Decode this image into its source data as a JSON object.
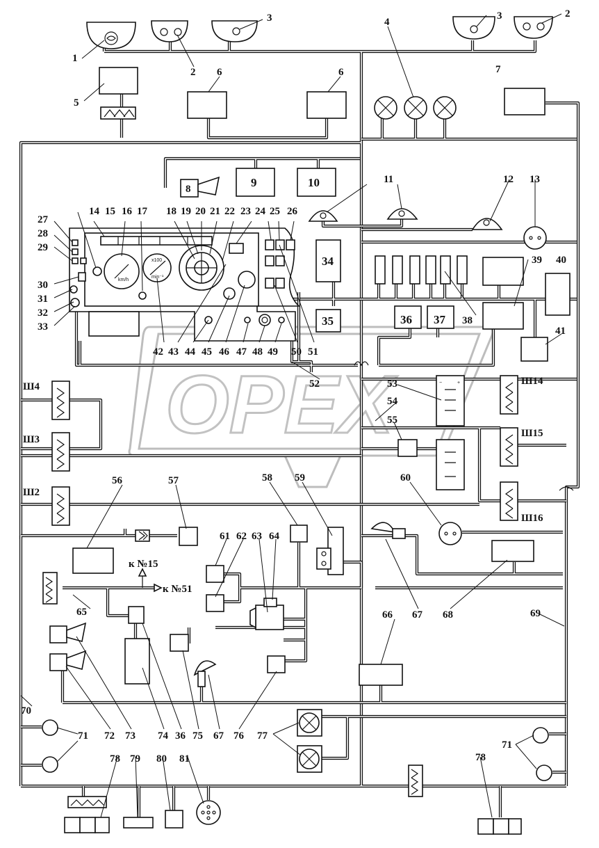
{
  "diagram": {
    "component_labels": [
      "1",
      "2",
      "3",
      "4",
      "5",
      "6",
      "7",
      "8",
      "9",
      "10",
      "11",
      "12",
      "13",
      "14",
      "15",
      "16",
      "17",
      "18",
      "19",
      "20",
      "21",
      "22",
      "23",
      "24",
      "25",
      "26",
      "27",
      "28",
      "29",
      "30",
      "31",
      "32",
      "33",
      "34",
      "35",
      "36",
      "37",
      "38",
      "39",
      "40",
      "41",
      "42",
      "43",
      "44",
      "45",
      "46",
      "47",
      "48",
      "49",
      "50",
      "51",
      "52",
      "53",
      "54",
      "55",
      "56",
      "57",
      "58",
      "59",
      "60",
      "61",
      "62",
      "63",
      "64",
      "65",
      "66",
      "67",
      "68",
      "69",
      "70",
      "71",
      "72",
      "73",
      "74",
      "75",
      "76",
      "77",
      "78",
      "79",
      "80",
      "81"
    ],
    "connectors": [
      "Ш2",
      "Ш3",
      "Ш4",
      "Ш14",
      "Ш15",
      "Ш16"
    ],
    "link_to_15": "к №15",
    "link_to_51": "к №51",
    "gauge_text_speed": "km/h",
    "gauge_text_rpm": "x100",
    "gauge_text_rpm_unit": "min⁻¹",
    "battery_plus": "+",
    "battery_minus": "−"
  },
  "watermark": {
    "text": "OPEX",
    "color": "#c2c2c2"
  }
}
